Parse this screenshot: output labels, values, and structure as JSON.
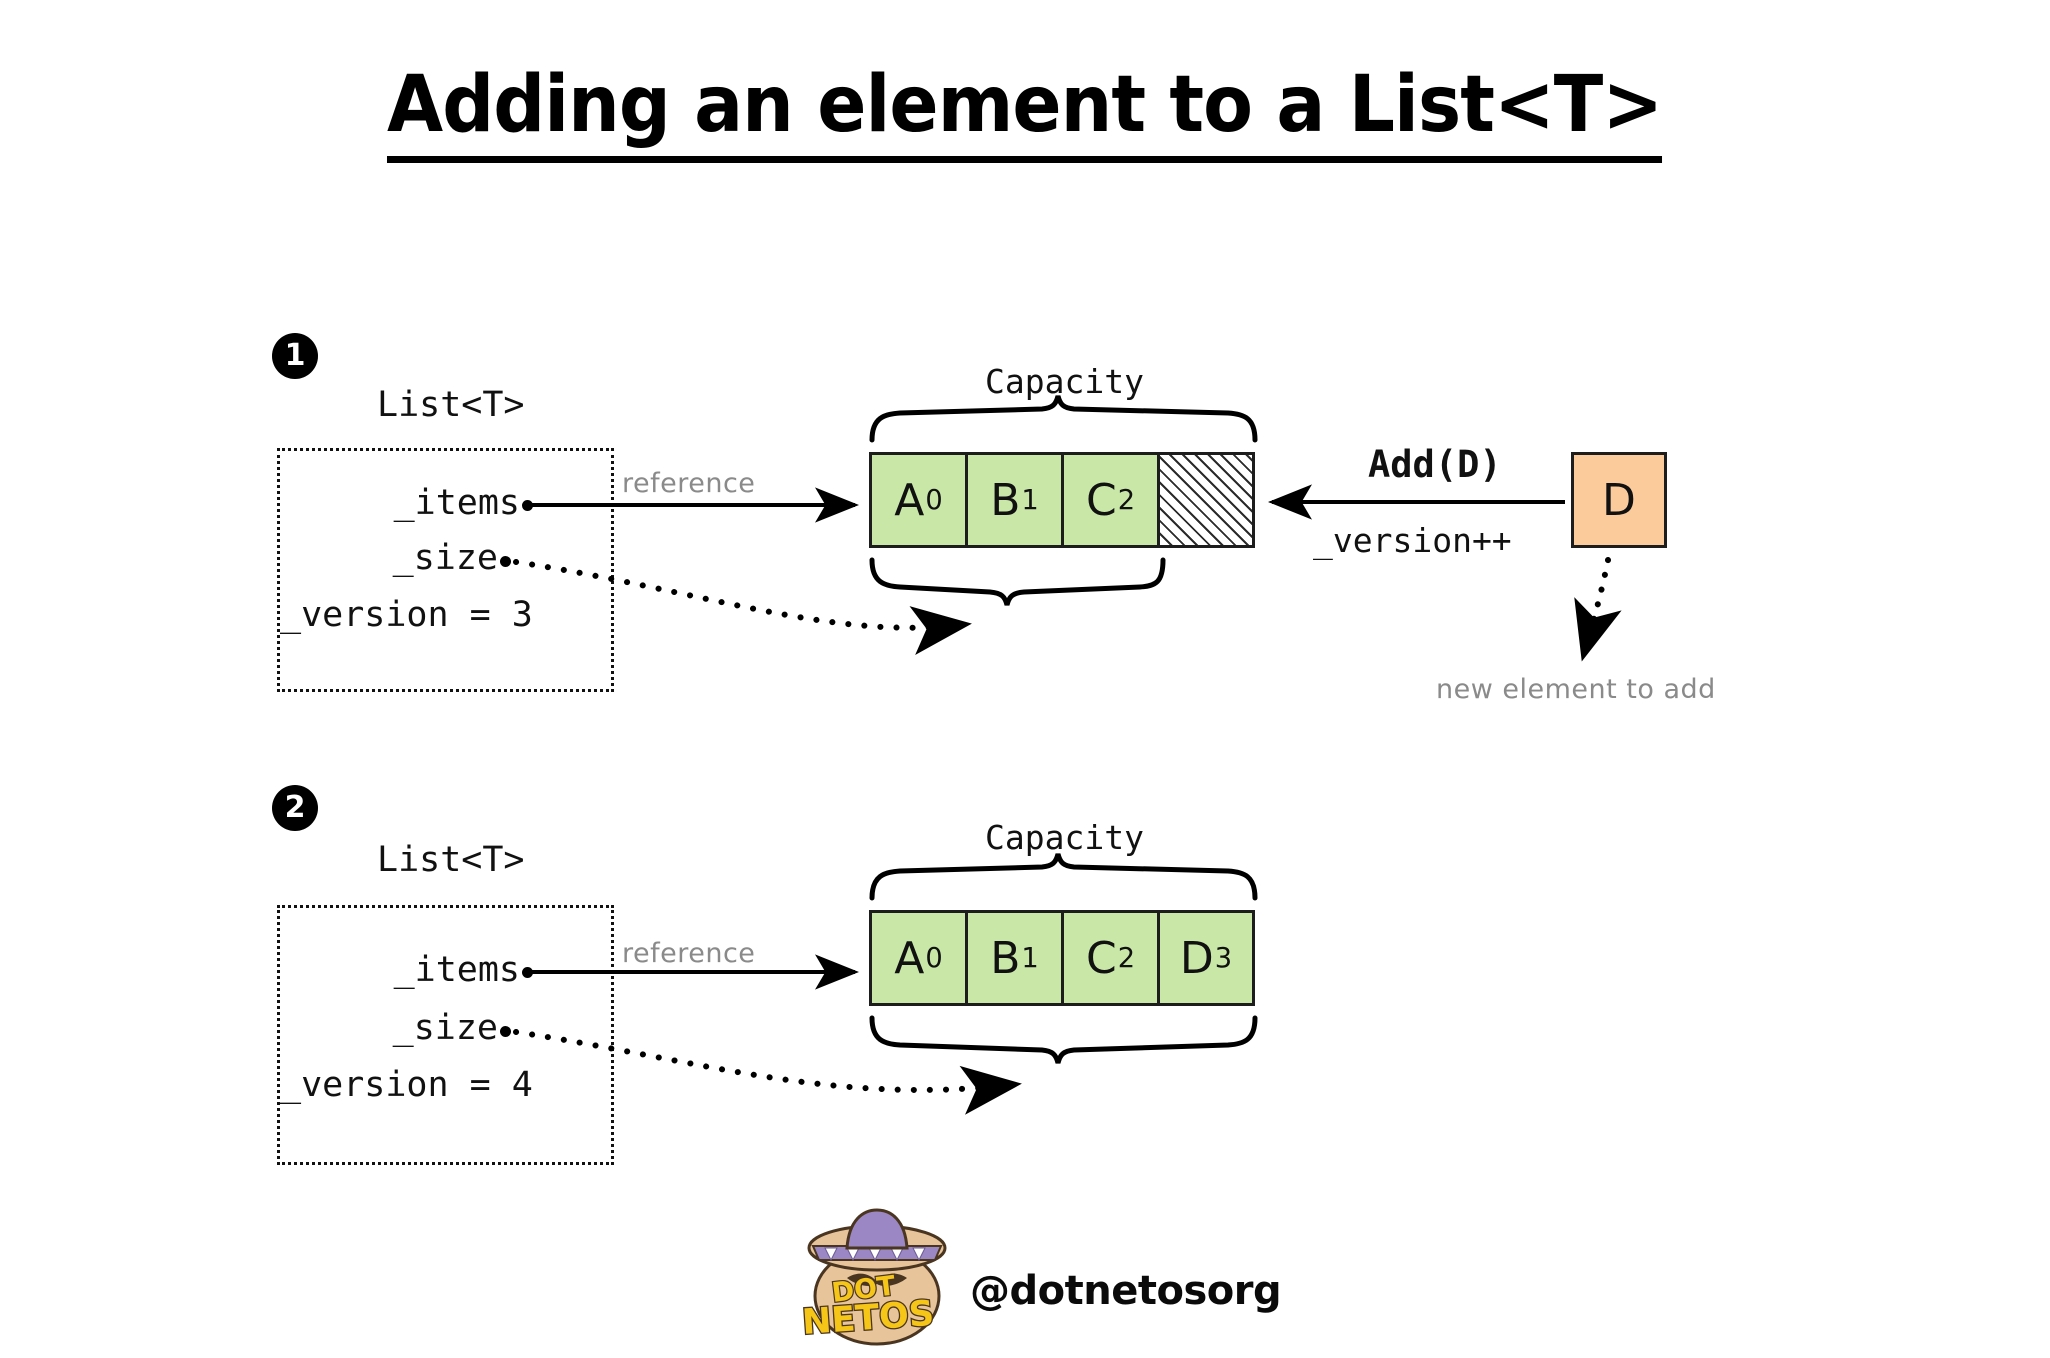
{
  "title": "Adding an element to a List<T>",
  "steps": [
    {
      "badge": "1",
      "caption": "List<T>",
      "fields": {
        "items": "_items",
        "size": "_size",
        "version": "_version = 3"
      },
      "reference_label": "reference",
      "capacity_label": "Capacity",
      "cells": [
        {
          "value": "A",
          "index": "0",
          "filled": true
        },
        {
          "value": "B",
          "index": "1",
          "filled": true
        },
        {
          "value": "C",
          "index": "2",
          "filled": true
        },
        {
          "value": "",
          "index": "",
          "filled": false
        }
      ],
      "operation_label": "Add(D)",
      "version_increment_label": "_version++",
      "new_element": "D",
      "new_element_note": "new element to add"
    },
    {
      "badge": "2",
      "caption": "List<T>",
      "fields": {
        "items": "_items",
        "size": "_size",
        "version": "_version = 4"
      },
      "reference_label": "reference",
      "capacity_label": "Capacity",
      "cells": [
        {
          "value": "A",
          "index": "0",
          "filled": true
        },
        {
          "value": "B",
          "index": "1",
          "filled": true
        },
        {
          "value": "C",
          "index": "2",
          "filled": true
        },
        {
          "value": "D",
          "index": "3",
          "filled": true
        }
      ]
    }
  ],
  "footer": {
    "handle": "@dotnetosorg",
    "logo_top_text": "DOT",
    "logo_bottom_text": "NETOS"
  },
  "colors": {
    "cell_fill": "#c9e8a8",
    "new_element_fill": "#fbcb9c",
    "stroke": "#1d1d1d",
    "annotation_gray": "#8a8a8a",
    "logo_yellow": "#f5c518",
    "logo_purple": "#9b87c4",
    "logo_tan": "#e8c49a"
  }
}
